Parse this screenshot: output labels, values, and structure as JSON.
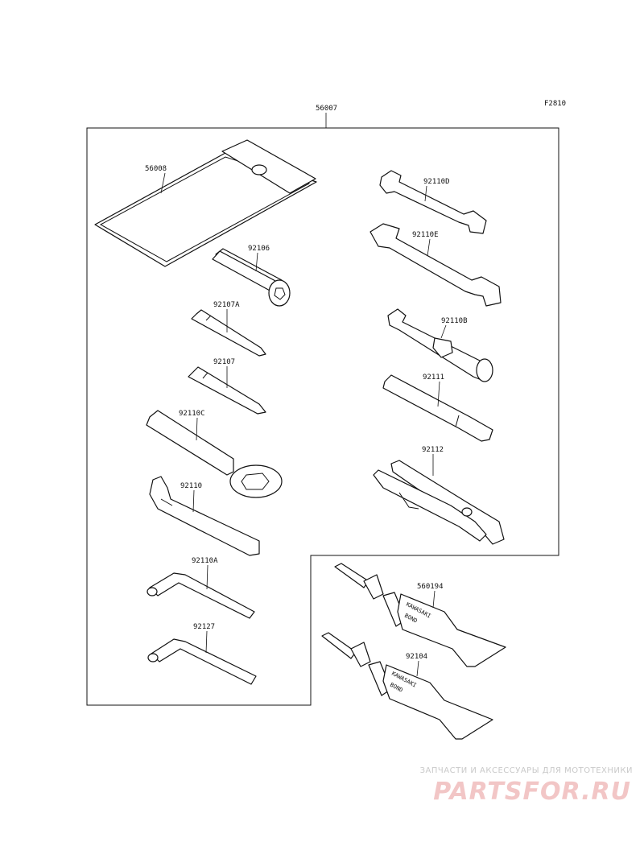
{
  "figure_code": "F2810",
  "kit_label": "56007",
  "parts": {
    "p56008": "56008",
    "p92106": "92106",
    "p92107A": "92107A",
    "p92107": "92107",
    "p92110C": "92110C",
    "p92110": "92110",
    "p92110A": "92110A",
    "p92127": "92127",
    "p92110D": "92110D",
    "p92110E": "92110E",
    "p92110B": "92110B",
    "p92111": "92111",
    "p92112": "92112",
    "p560194": "560194",
    "p92104": "92104"
  },
  "tube_print": {
    "brand": "KAWASAKI",
    "product": "BOND"
  },
  "watermark": {
    "caption": "ЗАПЧАСТИ И АКСЕССУАРЫ ДЛЯ МОТОТЕХНИКИ",
    "logo": "PARTSFOR.RU"
  }
}
